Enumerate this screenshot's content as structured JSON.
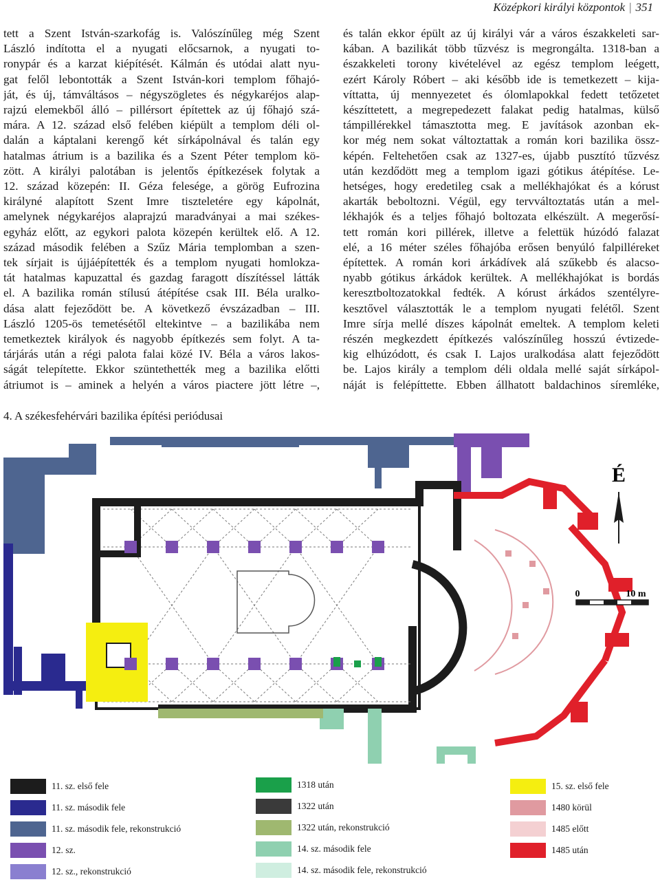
{
  "header": {
    "title": "Középkori királyi központok",
    "page": "351"
  },
  "left_column": [
    "tett a Szent István-szarkofág is. Valószínűleg még Szent",
    "László indította el a nyugati előcsarnok, a nyugati to-",
    "ronypár és a karzat kiépítését. Kálmán és utódai alatt nyu-",
    "gat felől lebontották a Szent István-kori templom főhajó-",
    "ját, és új, támváltásos – négyszögletes és négykaréjos alap-",
    "rajzú elemekből álló – pillérsort építettek az új főhajó szá-",
    "mára. A 12. század első felében kiépült a templom déli ol-",
    "dalán a káptalani kerengő két sírkápolnával és talán egy",
    "hatalmas átrium is a bazilika és a Szent Péter templom kö-",
    "zött. A királyi palotában is jelentős építkezések folytak a",
    "12. század közepén: II. Géza felesége, a görög Eufrozina",
    "királyné alapított Szent Imre tiszteletére egy kápolnát,",
    "amelynek négykaréjos alaprajzú maradványai a mai székes-",
    "egyház előtt, az egykori palota közepén kerültek elő. A 12.",
    "század második felében a Szűz Mária templomban a szen-",
    "tek sírjait is újjáépítették és a templom nyugati homlokza-",
    "tát hatalmas kapuzattal és gazdag faragott díszítéssel látták",
    "el. A bazilika román stílusú átépítése csak III. Béla uralko-",
    "dása alatt fejeződött be. A következő évszázadban – III.",
    "László 1205-ös temetésétől eltekintve – a bazilikába nem",
    "temetkeztek királyok és nagyobb építkezés sem folyt. A ta-",
    "tárjárás után a régi palota falai közé IV. Béla a város lakos-",
    "ságát telepítette. Ekkor szüntethették meg a bazilika előtti",
    "átriumot is – aminek a helyén a város piactere jött létre –,"
  ],
  "right_column": [
    "és talán ekkor épült az új királyi vár a város északkeleti sar-",
    "kában. A bazilikát több tűzvész is megrongálta. 1318-ban a",
    "északkeleti torony kivételével az egész templom leégett,",
    "ezért Károly Róbert – aki később ide is temetkezett – kija-",
    "víttatta, új mennyezetet és ólomlapokkal fedett tetőzetet",
    "készíttetett, a megrepedezett falakat pedig hatalmas, külső",
    "támpillérekkel támasztotta meg. E javítások azonban ek-",
    "kor még nem sokat változtattak a román kori bazilika össz-",
    "képén. Feltehetően csak az 1327-es, újabb pusztító tűzvész",
    "után kezdődött meg a templom igazi gótikus átépítése. Le-",
    "hetséges, hogy eredetileg csak a mellékhajókat és a kórust",
    "akarták beboltozni. Végül, egy tervváltoztatás után a mel-",
    "lékhajók és a teljes főhajó boltozata elkészült. A megerősí-",
    "tett román kori pillérek, illetve a felettük húzódó falazat",
    "elé, a 16 méter széles főhajóba erősen benyúló falpilléreket",
    "építettek. A román kori árkádívek alá szűkebb és alacso-",
    "nyabb gótikus árkádok kerültek. A mellékhajókat is bordás",
    "keresztboltozatokkal fedték. A kórust árkádos szentélyre-",
    "kesztővel választották le a templom nyugati felétől. Szent",
    "Imre sírja mellé díszes kápolnát emeltek. A templom keleti",
    "részén megkezdett építkezés valószínűleg hosszú évtizede-",
    "kig elhúzódott, és csak I. Lajos uralkodása alatt fejeződött",
    "be. Lajos király a templom déli oldala mellé saját sírkápol-",
    "náját is felépíttette. Ebben állhatott baldachinos síremléke,"
  ],
  "figure": {
    "caption": "4. A székesfehérvári bazilika építési periódusai",
    "north_label": "É",
    "scale_zero": "0",
    "scale_end": "10 m"
  },
  "legend": [
    {
      "label": "11. sz. első fele",
      "color": "#1c1c1c"
    },
    {
      "label": "11. sz. második fele",
      "color": "#2a2a8f"
    },
    {
      "label": "11. sz. második fele, rekonstrukció",
      "color": "#4e6590"
    },
    {
      "label": "12. sz.",
      "color": "#7a4fb0"
    },
    {
      "label": "12. sz., rekonstrukció",
      "color": "#8a7fd0"
    },
    {
      "label": "1318 után",
      "color": "#1aa04a"
    },
    {
      "label": "1322 után",
      "color": "#3a3a3a"
    },
    {
      "label": "1322 után, rekonstrukció",
      "color": "#9fb870"
    },
    {
      "label": "14. sz. második fele",
      "color": "#8fd0b0"
    },
    {
      "label": "14. sz. második fele, rekonstrukció",
      "color": "#cfeee0"
    },
    {
      "label": "15. sz. első fele",
      "color": "#f5ee10"
    },
    {
      "label": "1480 körül",
      "color": "#e09aa0"
    },
    {
      "label": "1485 előtt",
      "color": "#f4d0d2"
    },
    {
      "label": "1485 után",
      "color": "#e0202a"
    }
  ]
}
